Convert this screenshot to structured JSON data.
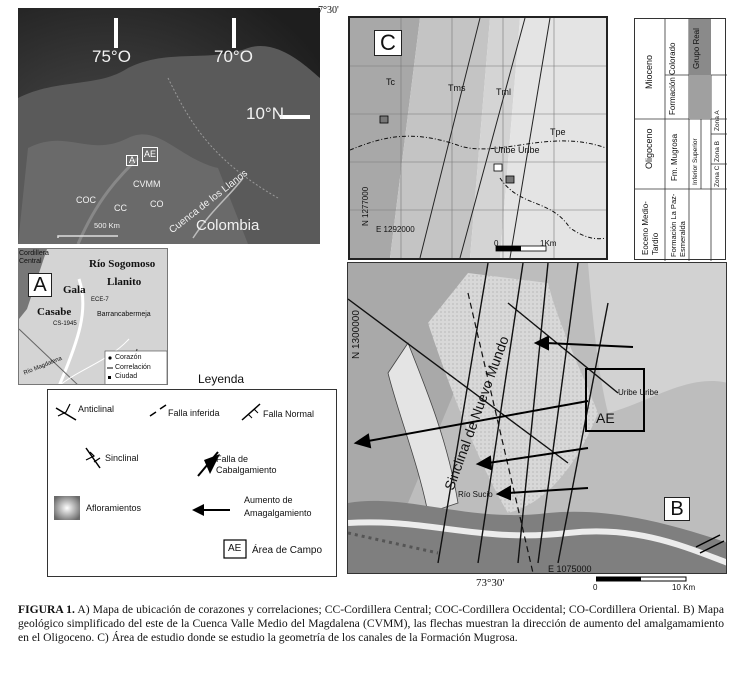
{
  "location_map": {
    "lon_left": "75°O",
    "lon_right": "70°O",
    "lat": "10°N",
    "box_ae": "AE",
    "box_a": "A",
    "cvmm": "CVMM",
    "coc": "COC",
    "cc": "CC",
    "co": "CO",
    "basin": "Cuenca de los Llanos",
    "country": "Colombia",
    "scale": "500 Km"
  },
  "inset_a": {
    "letter": "A",
    "cordillera": "Cordillera Central",
    "rio_sogomoso": "Río Sogomoso",
    "llanito": "Llanito",
    "gala": "Gala",
    "ece7": "ECE-7",
    "casabe": "Casabe",
    "cs1945": "CS-1945",
    "barrancabermeja": "Barrancabermeja",
    "rio_magdalena": "Río Magdalena",
    "key": [
      "Corazón",
      "Correlación",
      "Ciudad"
    ]
  },
  "legend": {
    "title": "Leyenda",
    "items": {
      "anticlinal": "Anticlinal",
      "falla_inferida": "Falla inferida",
      "falla_normal": "Falla Normal",
      "sinclinal": "Sinclinal",
      "falla_cabalgamiento": "Falla de Cabalgamiento",
      "afloramientos": "Afloramientos",
      "aumento": "Aumento de Amagalgamiento",
      "ae_box": "AE",
      "area_campo": "Área de Campo"
    }
  },
  "map_b": {
    "letter": "B",
    "northing": "N 1300000",
    "easting": "E 1075000",
    "lon": "73°30'",
    "sinclinal": "Sinclinal de Nuevo Mundo",
    "uribe": "Uribe Uribe",
    "ae": "AE",
    "rio_sucio": "Río Sucio",
    "scale_start": "0",
    "scale_end": "10 Km"
  },
  "map_c": {
    "letter": "C",
    "corner": "7°30'",
    "units": [
      "Tc",
      "Tms",
      "Tml",
      "Tpe"
    ],
    "uribe": "Uribe Uribe",
    "northing": "N 1277000",
    "easting": "E 1292000",
    "scale_start": "0",
    "scale_end": "1Km"
  },
  "strat": {
    "mioceno": "Mioceno",
    "grupo_real": "Grupo Real",
    "oligoceno": "Oligoceno",
    "eoceno": "Eoceno Medio-Tardío",
    "formacion_colorado": "Formación Colorado",
    "fm_mugrosa": "Fm. Mugrosa",
    "inferior_superior": "Inferior Superior",
    "formacion_lapaz": "Formación La Paz-Esmeralda",
    "zona_a": "Zona A",
    "zona_b": "Zona B",
    "zona_c": "Zona C"
  },
  "caption": {
    "label": "FIGURA 1.",
    "text": " A) Mapa de ubicación de corazones y correlaciones; CC-Cordillera Central; COC-Cordillera Occidental; CO-Cordillera Oriental. B) Mapa geológico simplificado del este de la Cuenca Valle Medio del Magdalena (CVMM), las flechas muestran la dirección de aumento del amalgamamiento en el Oligoceno. C) Área de estudio donde se estudio la geometría de los canales de la Formación Mugrosa."
  }
}
